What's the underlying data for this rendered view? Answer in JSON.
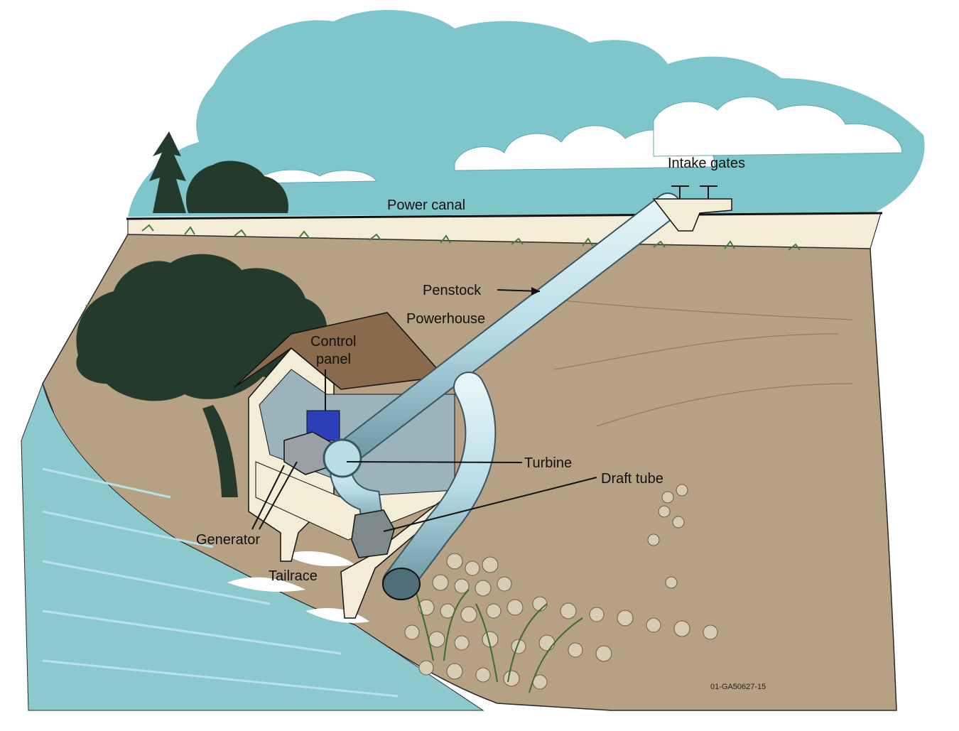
{
  "diagram": {
    "labels": {
      "intake_gates": "Intake gates",
      "power_canal": "Power canal",
      "penstock": "Penstock",
      "powerhouse": "Powerhouse",
      "control_panel_line1": "Control",
      "control_panel_line2": "panel",
      "turbine": "Turbine",
      "draft_tube": "Draft tube",
      "generator": "Generator",
      "tailrace": "Tailrace"
    },
    "figure_code": "01-GA50627-15"
  },
  "colors": {
    "sky": "#7fc6cc",
    "cloud": "#ffffff",
    "ground": "#b6a184",
    "canal_bank": "#f3ecd7",
    "water": "#8cc9cf",
    "pipe": "#b8dde6",
    "pipe_dark": "#6e9aa6",
    "tree": "#233a2c",
    "roof": "#8a6a4d",
    "control_panel": "#2a3fb8"
  }
}
